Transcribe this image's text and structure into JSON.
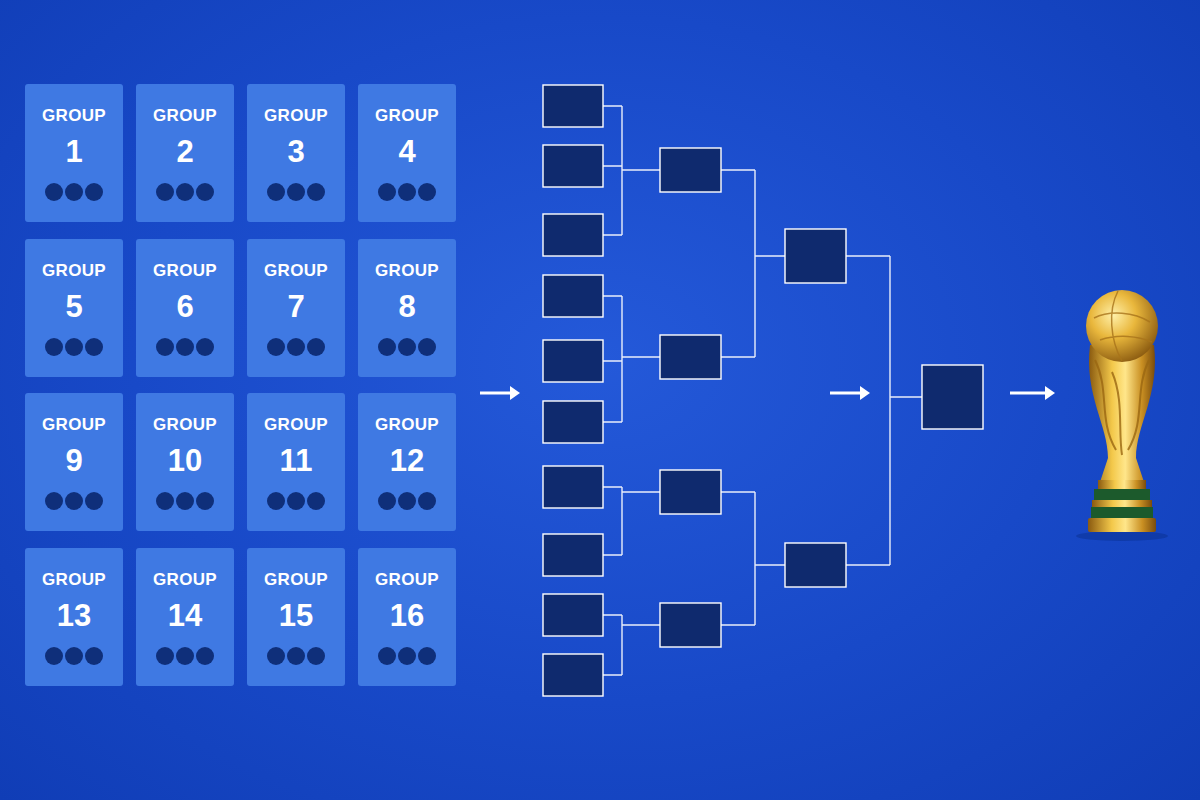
{
  "diagram": {
    "nodes": [
      {
        "text": [
          "GROUP",
          "1"
        ]
      },
      {
        "text": [
          "GROUP",
          "2"
        ]
      },
      {
        "text": [
          "GROUP",
          "3"
        ]
      },
      {
        "text": [
          "GROUP",
          "4"
        ]
      },
      {
        "text": [
          "GROUP",
          "5"
        ]
      },
      {
        "text": [
          "GROUP",
          "6"
        ]
      },
      {
        "text": [
          "GROUP",
          "7"
        ]
      },
      {
        "text": [
          "GROUP",
          "8"
        ]
      },
      {
        "text": [
          "GROUP",
          "9"
        ]
      },
      {
        "text": [
          "GROUP",
          "10"
        ]
      },
      {
        "text": [
          "GROUP",
          "11"
        ]
      },
      {
        "text": [
          "GROUP",
          "12"
        ]
      },
      {
        "text": [
          "GROUP",
          "13"
        ]
      },
      {
        "text": [
          "GROUP",
          "14"
        ]
      },
      {
        "text": [
          "GROUP",
          "15"
        ]
      },
      {
        "text": [
          "GROUP",
          "16"
        ]
      }
    ]
  }
}
